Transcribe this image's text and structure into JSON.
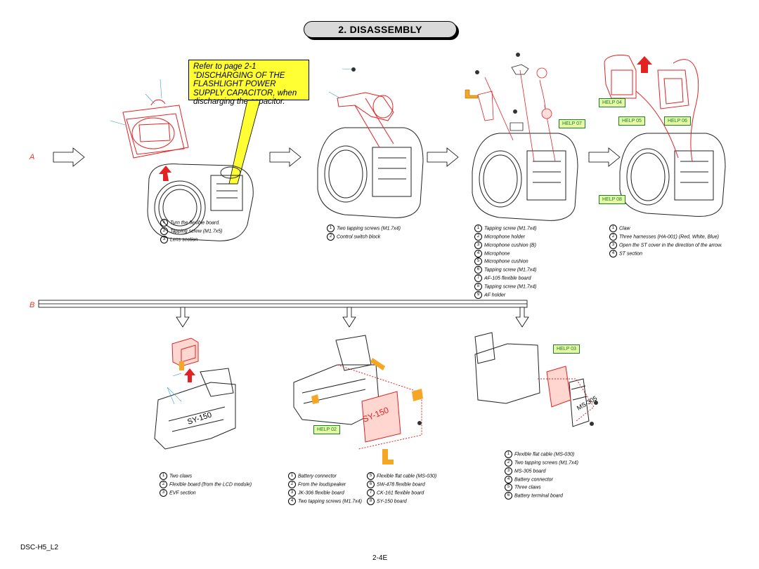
{
  "title": "2. DISASSEMBLY",
  "callout": "Refer to page 2-1 \"DISCHARGING OF THE FLASHLIGHT POWER SUPPLY CAPACITOR, when discharging the capacitor.",
  "section_a": "A",
  "section_b": "B",
  "help_labels": [
    "HELP 07",
    "HELP 04",
    "HELP 05",
    "HELP 06",
    "HELP 08",
    "HELP 02",
    "HELP 03"
  ],
  "step_a1_notes": [
    {
      "num": "1",
      "text": "Turn the flexible board."
    },
    {
      "num": "2",
      "text": "Tapping screw (M1.7x5)"
    },
    {
      "num": "3",
      "text": "Lens section"
    }
  ],
  "step_a2_notes": [
    {
      "num": "1",
      "text": "Two tapping screws   (M1.7x4)"
    },
    {
      "num": "2",
      "text": "Control switch block"
    }
  ],
  "step_a3_notes": [
    {
      "num": "1",
      "text": "Tapping screw   (M1.7x4)"
    },
    {
      "num": "2",
      "text": "Microphone holder"
    },
    {
      "num": "3",
      "text": "Microphone cushion (B)"
    },
    {
      "num": "4",
      "text": "Microphone"
    },
    {
      "num": "5",
      "text": "Microphone cushion"
    },
    {
      "num": "6",
      "text": "Tapping screw   (M1.7x4)"
    },
    {
      "num": "7",
      "text": "AF-105 flexible board"
    },
    {
      "num": "8",
      "text": "Tapping screw   (M1.7x4)"
    },
    {
      "num": "9",
      "text": "AF holder"
    }
  ],
  "step_a4_notes": [
    {
      "num": "1",
      "text": "Claw"
    },
    {
      "num": "2",
      "text": "Three harnesses (HA-001) (Red, White, Blue)"
    },
    {
      "num": "3",
      "text": "Open the ST cover in the direction of the arrow."
    },
    {
      "num": "4",
      "text": "ST section"
    }
  ],
  "step_b1_notes": [
    {
      "num": "1",
      "text": "Two claws"
    },
    {
      "num": "2",
      "text": "Flexible board (from the LCD module)"
    },
    {
      "num": "3",
      "text": "EVF section"
    }
  ],
  "step_b2_notes_left": [
    {
      "num": "1",
      "text": "Battery connector"
    },
    {
      "num": "2",
      "text": "From the loudspeaker"
    },
    {
      "num": "3",
      "text": "JK-306 flexible board"
    },
    {
      "num": "4",
      "text": "Two tapping screws (M1.7x4)"
    }
  ],
  "step_b2_notes_right": [
    {
      "num": "5",
      "text": "Flexible flat cable (MS-030)"
    },
    {
      "num": "6",
      "text": "SW-478 flexible board"
    },
    {
      "num": "7",
      "text": "CK-161 flexible board"
    },
    {
      "num": "8",
      "text": "SY-150 board"
    }
  ],
  "step_b3_notes": [
    {
      "num": "1",
      "text": "Flexible flat cable (MS-030)"
    },
    {
      "num": "2",
      "text": "Two tapping screws (M1.7x4)"
    },
    {
      "num": "3",
      "text": "MS-305 board"
    },
    {
      "num": "4",
      "text": "Battery connector"
    },
    {
      "num": "5",
      "text": "Three claws"
    },
    {
      "num": "6",
      "text": "Battery terminal board"
    }
  ],
  "board_label_sy": "SY-150",
  "board_label_ms": "MS-305",
  "footer_model": "DSC-H5_L2",
  "footer_page": "2-4E",
  "colors": {
    "accent": "#e32222",
    "callout_bg": "#ffff33",
    "help_bg": "#e6f7a6",
    "help_border": "#1a7f2a",
    "highlight": "#f5a623"
  }
}
